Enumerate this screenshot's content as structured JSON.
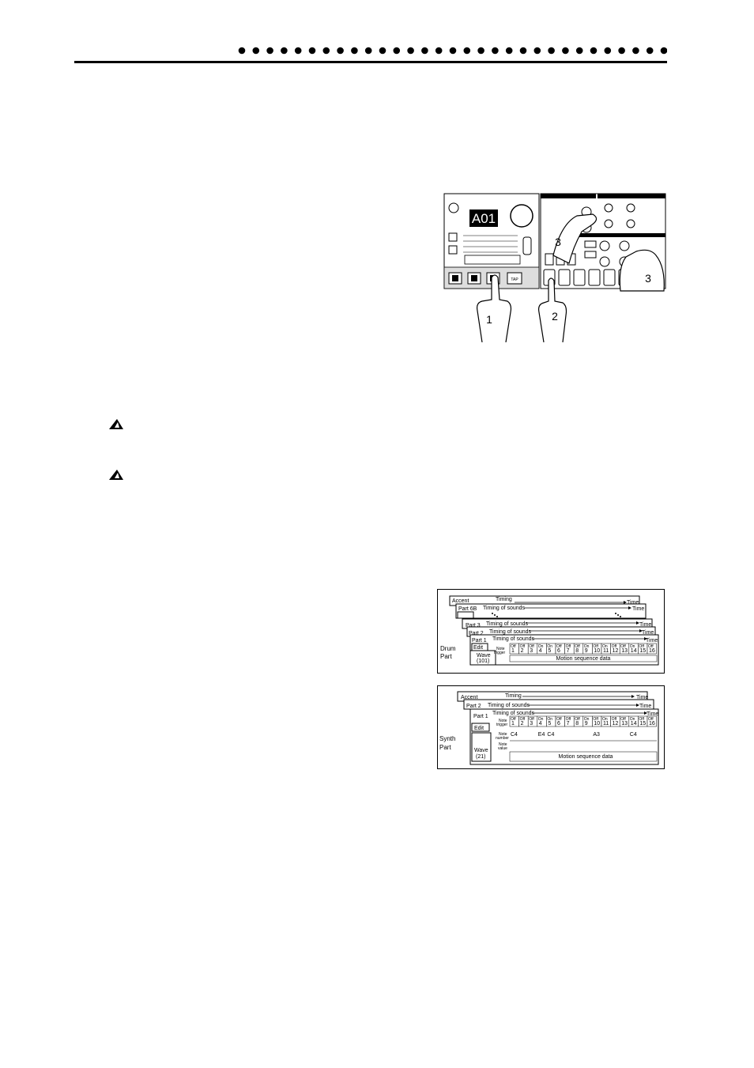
{
  "header": {
    "dot_count": 31
  },
  "device_figure": {
    "display_text": "A01",
    "tap_label": "TAP",
    "callouts": [
      "1",
      "2",
      "3",
      "3"
    ]
  },
  "drum_figure": {
    "side_label_line1": "Drum",
    "side_label_line2": "Part",
    "layers": [
      {
        "name": "Accent",
        "caption": "Timing",
        "end": "Time"
      },
      {
        "name": "Part 6B",
        "caption": "Timing of sounds",
        "end": "Time"
      },
      {
        "name": "Part 3",
        "caption": "Timing of sounds",
        "end": "Time"
      },
      {
        "name": "Part 2",
        "caption": "Timing of sounds",
        "end": "Time"
      },
      {
        "name": "Part 1",
        "caption": "Timing of sounds",
        "end": "Time"
      }
    ],
    "edit_label": "Edit",
    "wave_label": "Wave",
    "wave_number": "(101)",
    "row_label_line1": "Note",
    "row_label_line2": "trigger",
    "steps": [
      "1",
      "2",
      "3",
      "4",
      "5",
      "6",
      "7",
      "8",
      "9",
      "10",
      "11",
      "12",
      "13",
      "14",
      "15",
      "16"
    ],
    "on_label": "On",
    "off_label": "Off",
    "motion_label": "Motion sequence data"
  },
  "synth_figure": {
    "side_label_line1": "Synth",
    "side_label_line2": "Part",
    "layers": [
      {
        "name": "Accent",
        "caption": "Timing",
        "end": "Time"
      },
      {
        "name": "Part 2",
        "caption": "Timing of sounds",
        "end": "Time"
      },
      {
        "name": "Part 1",
        "caption": "Timing of sounds",
        "end": "Time"
      }
    ],
    "edit_label": "Edit",
    "wave_label": "Wave",
    "wave_number": "(21)",
    "trigger_label_line1": "Note",
    "trigger_label_line2": "trigger",
    "number_label_line1": "Note",
    "number_label_line2": "number",
    "value_label_line1": "Note",
    "value_label_line2": "value",
    "steps": [
      "1",
      "2",
      "3",
      "4",
      "5",
      "6",
      "7",
      "8",
      "9",
      "10",
      "11",
      "12",
      "13",
      "14",
      "15",
      "16"
    ],
    "on_label": "On",
    "off_label": "Off",
    "note_numbers": [
      "C4",
      "E4",
      "C4",
      "A3",
      "C4"
    ],
    "motion_label": "Motion sequence data"
  }
}
